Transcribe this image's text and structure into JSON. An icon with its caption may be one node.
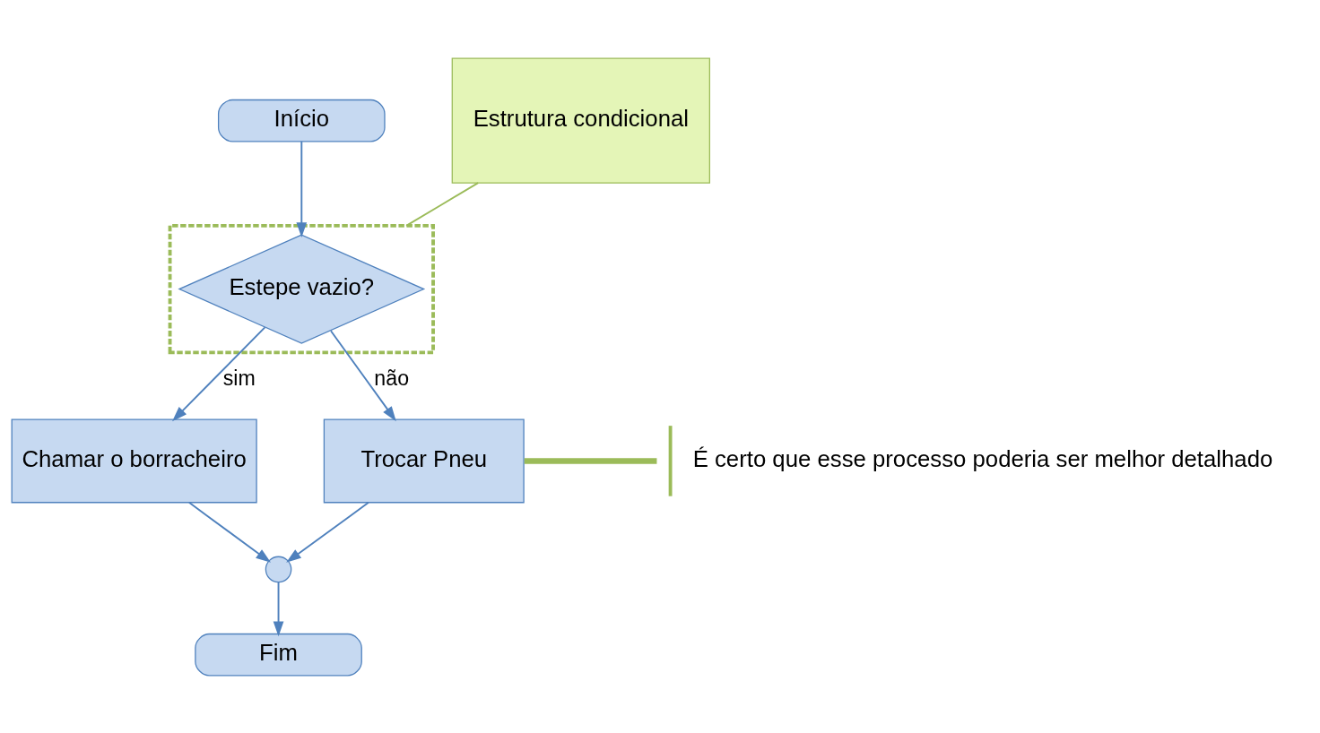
{
  "diagram": {
    "nodes": [
      {
        "text": [
          "Início"
        ]
      },
      {
        "text": [],
        "shape": "box"
      },
      {
        "text": [
          "Estepe vazio?"
        ],
        "in": 1
      },
      {
        "text": [
          "Chamar o borracheiro"
        ]
      },
      {
        "text": [
          "Trocar Pneu"
        ]
      },
      {
        "text": [],
        "shape": "circle"
      },
      {
        "text": [
          "Fim"
        ]
      },
      {
        "text": [
          "Estrutura condicional"
        ]
      },
      {
        "text": [
          "É certo que esse processo poderia ser melhor detalhado"
        ]
      }
    ],
    "edges": [
      {
        "from": 0,
        "to": 2,
        "arrow": "to"
      },
      {
        "from": 2,
        "to": 3,
        "arrow": "to",
        "label": "sim"
      },
      {
        "from": 2,
        "to": 4,
        "arrow": "to",
        "label": "não"
      },
      {
        "from": 3,
        "to": 5,
        "arrow": "to"
      },
      {
        "from": 4,
        "to": 5,
        "arrow": "to"
      },
      {
        "from": 5,
        "to": 6,
        "arrow": "to"
      },
      {
        "from": 7,
        "to": 1,
        "arrow": "none",
        "color": "#9bbb59"
      },
      {
        "from": 8,
        "to": 4,
        "arrow": "none",
        "style": "thick",
        "color": "#9bbb59"
      }
    ]
  }
}
